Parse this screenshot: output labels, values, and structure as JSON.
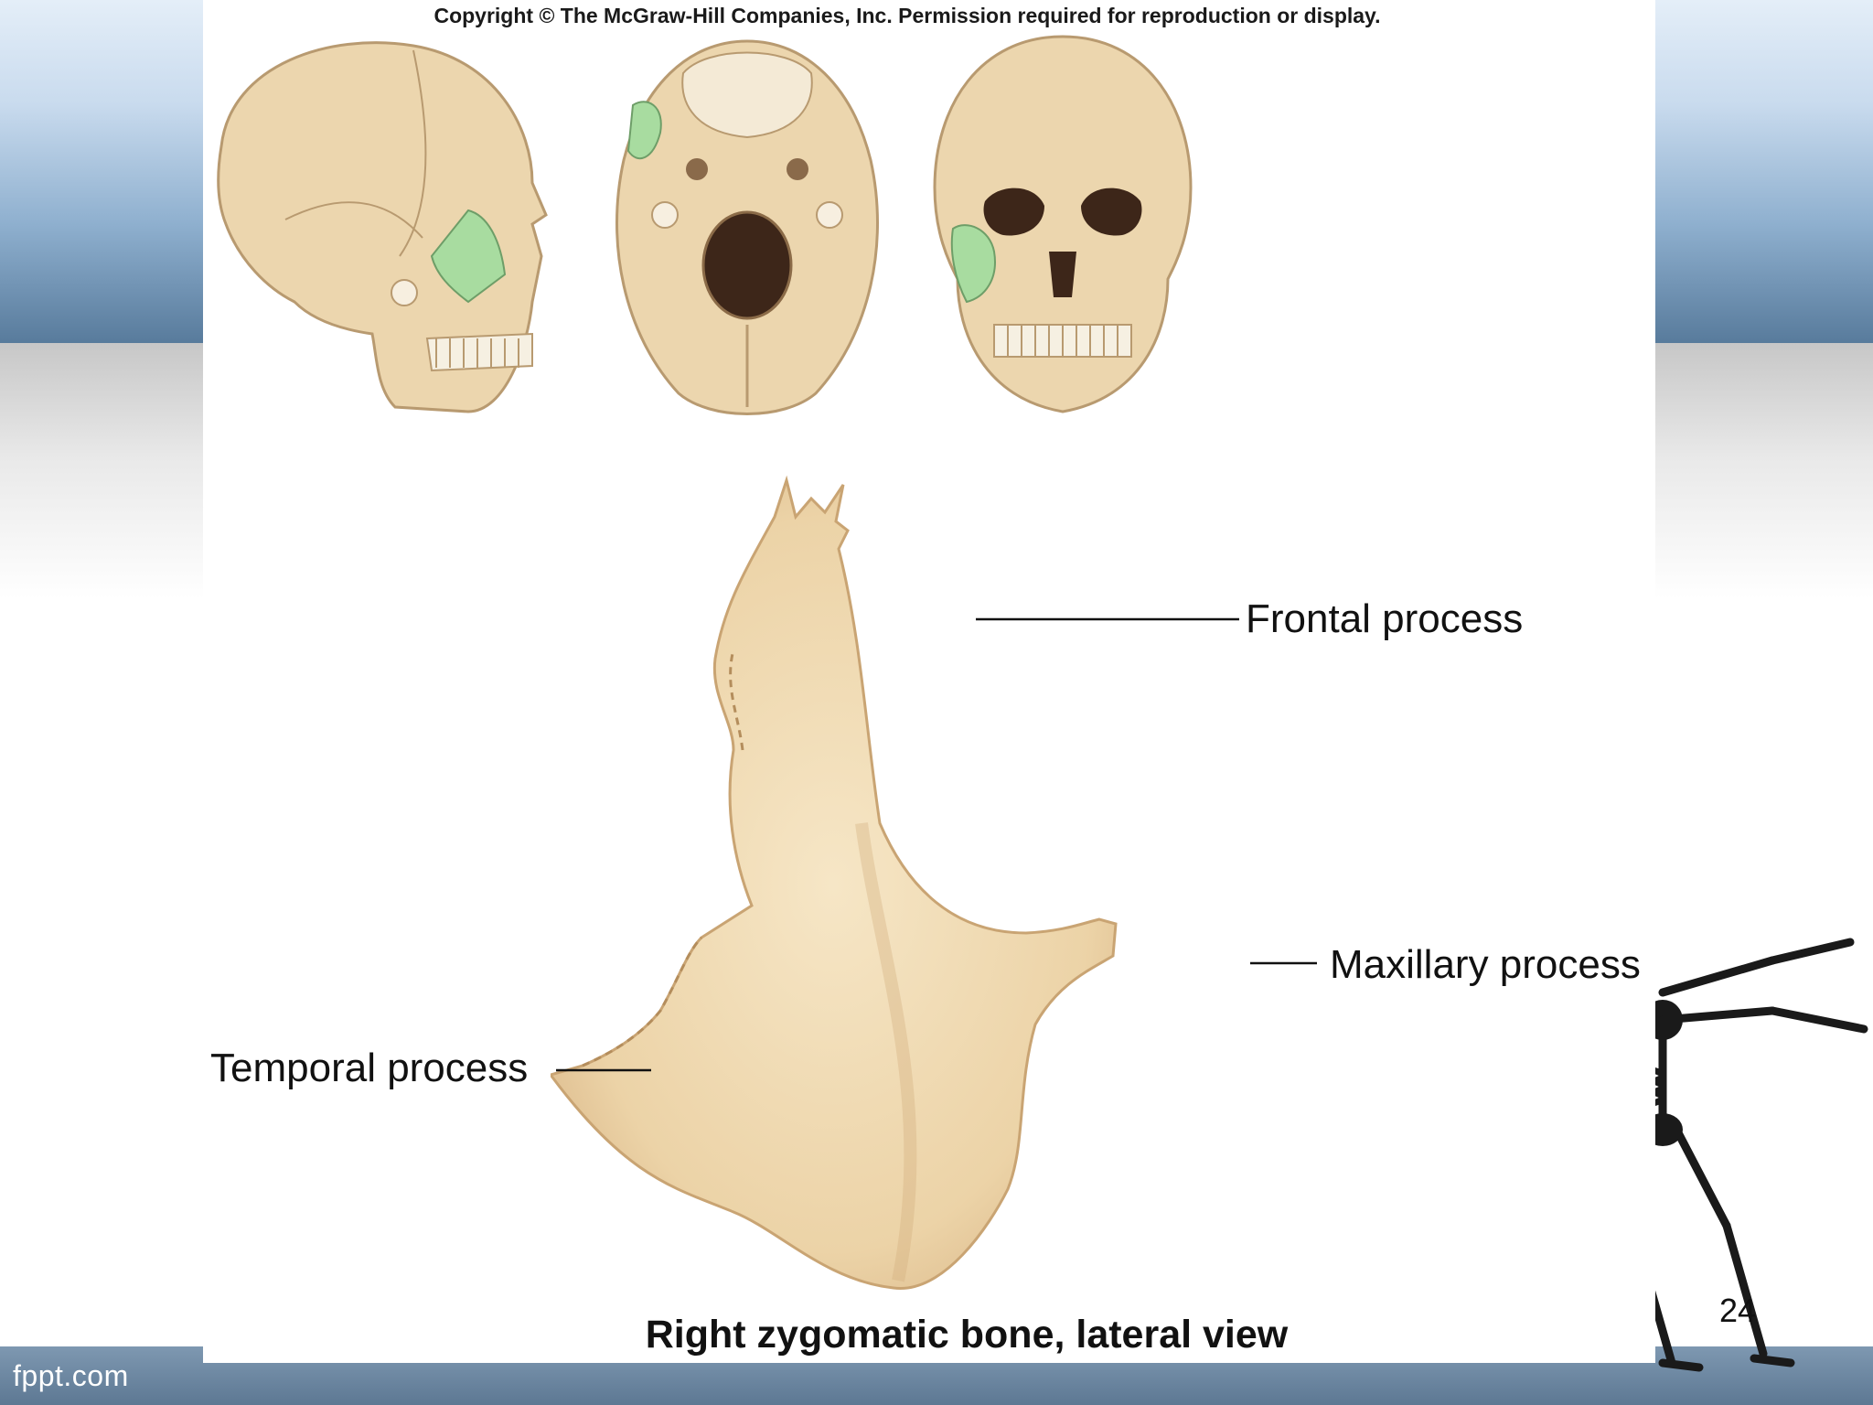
{
  "footer": {
    "brand": "fppt.com"
  },
  "figure": {
    "copyright": "Copyright © The McGraw-Hill Companies, Inc. Permission required for reproduction or display.",
    "caption": "Right zygomatic bone, lateral view",
    "labels": {
      "frontal": "Frontal process",
      "maxillary": "Maxillary process",
      "temporal": "Temporal process"
    }
  },
  "slide_number": "24",
  "colors": {
    "bone": "#edd7b0",
    "bone_shadow": "#d9b98c",
    "highlight_green": "#a8dca0",
    "skeleton": "#1a1a1a"
  }
}
